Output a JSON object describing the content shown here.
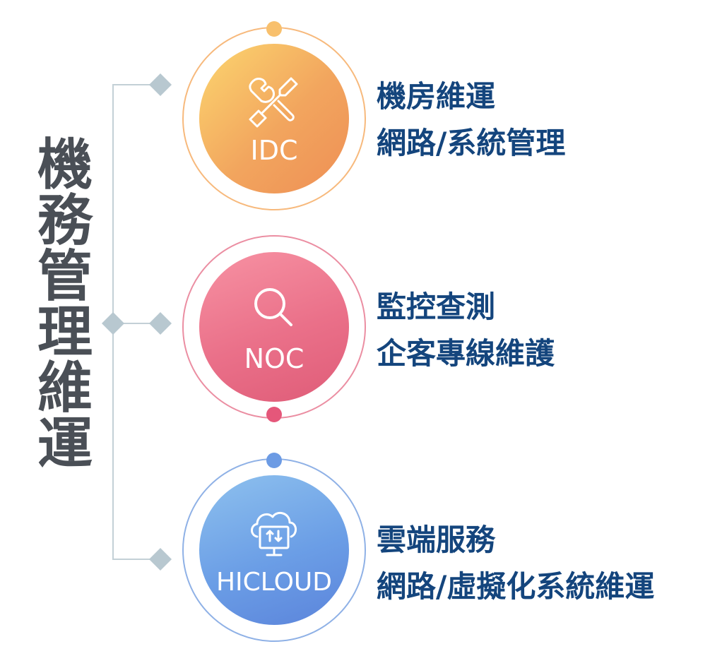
{
  "title_chars": [
    "機",
    "務",
    "管",
    "理",
    "維",
    "運"
  ],
  "nodes": [
    {
      "id": "idc",
      "label": "IDC",
      "icon": "tools-icon",
      "lines": [
        "機房維運",
        "網路/系統管理"
      ]
    },
    {
      "id": "noc",
      "label": "NOC",
      "icon": "search-icon",
      "lines": [
        "監控查測",
        "企客專線維護"
      ]
    },
    {
      "id": "hicloud",
      "label": "HICLOUD",
      "icon": "cloud-monitor-icon",
      "lines": [
        "雲端服務",
        "網路/虛擬化系統維運"
      ]
    }
  ],
  "colors": {
    "title": "#4a4f56",
    "description": "#14457d",
    "connector": "#b8c8d0",
    "idc": "#f2a55e",
    "noc": "#ea7089",
    "hicloud": "#6b9ee6"
  }
}
